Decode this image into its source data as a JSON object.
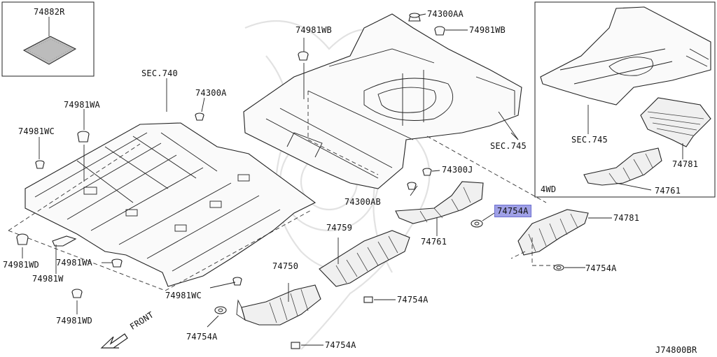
{
  "diagram_code": "J74800BR",
  "front_label": "FRONT",
  "inset_label": "4WD",
  "labels": {
    "mat_part": "74882R",
    "sec740": "SEC.740",
    "sec745": "SEC.745",
    "sec745_inset": "SEC.745",
    "p74981WB_1": "74981WB",
    "p74981WB_2": "74981WB",
    "p74300AA": "74300AA",
    "p74300A": "74300A",
    "p74981WA_1": "74981WA",
    "p74981WA_2": "74981WA",
    "p74981WC_1": "74981WC",
    "p74981WC_2": "74981WC",
    "p74981WD_1": "74981WD",
    "p74981WD_2": "74981WD",
    "p74981W": "74981W",
    "p74300J": "74300J",
    "p74300AB": "74300AB",
    "p74759": "74759",
    "p74761_main": "74761",
    "p74761_inset": "74761",
    "p74754A_hl": "74754A",
    "p74754A_1": "74754A",
    "p74754A_2": "74754A",
    "p74754A_3": "74754A",
    "p74754A_4": "74754A",
    "p74781_main": "74781",
    "p74781_inset": "74781",
    "p74750": "74750"
  },
  "highlight_color": "#9fa0e6"
}
